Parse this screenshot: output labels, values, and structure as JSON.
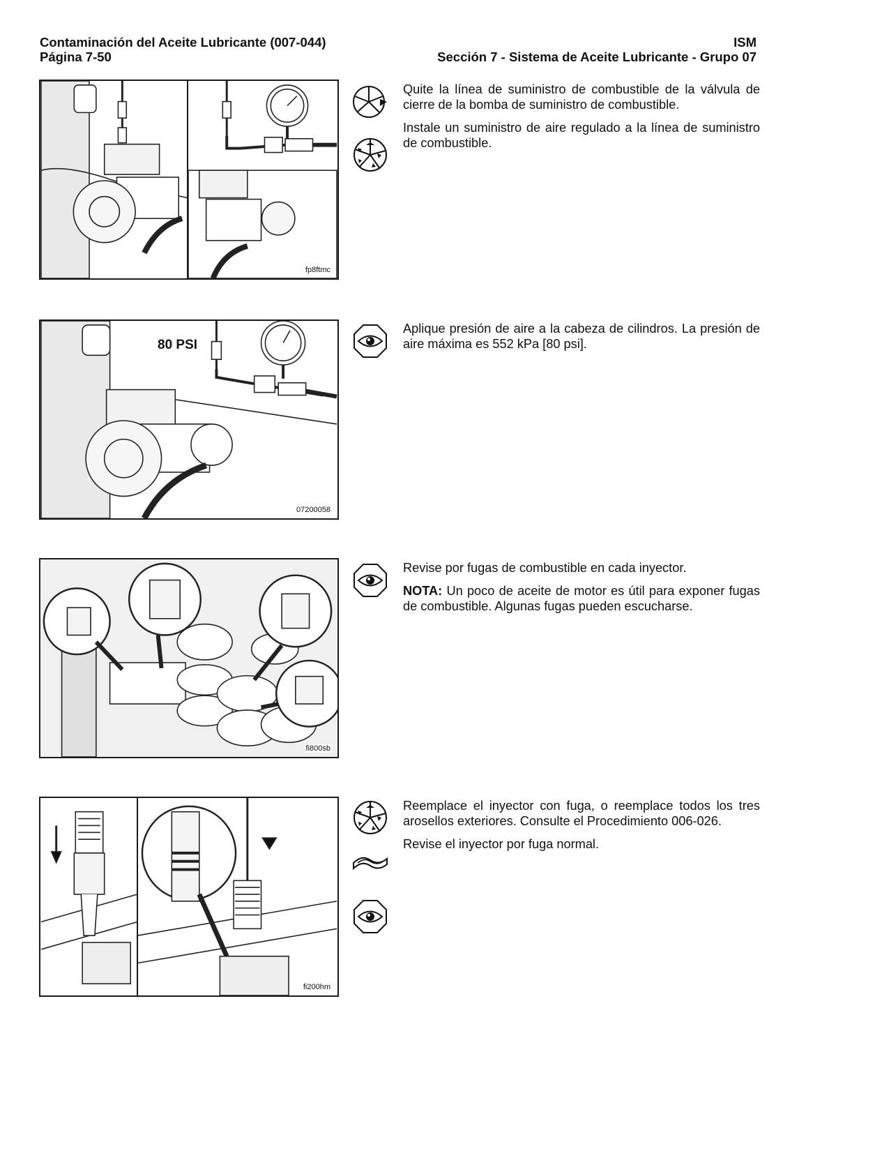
{
  "header": {
    "left_title": "Contaminación del Aceite Lubricante (007-044)",
    "left_page": "Página 7-50",
    "right_title": "ISM",
    "right_section": "Sección 7 - Sistema de Aceite Lubricante - Grupo 07"
  },
  "steps": [
    {
      "figure_code": "fp8ftmc",
      "icons": [
        "remove-icon",
        "install-icon"
      ],
      "paragraphs": [
        "Quite la línea de suministro de combustible de la válvula de cierre de la bomba de suministro de combustible.",
        "Instale un suministro de aire regulado a la línea de suministro de combustible."
      ]
    },
    {
      "figure_code": "07200058",
      "figure_callout": "80 PSI",
      "icons": [
        "inspect-icon"
      ],
      "paragraphs": [
        "Aplique presión de aire a la cabeza de cilindros. La presión de aire máxima es 552 kPa [80 psi]."
      ]
    },
    {
      "figure_code": "fi800sb",
      "icons": [
        "inspect-icon"
      ],
      "paragraphs": [
        "Revise por fugas de combustible en cada inyector."
      ],
      "note_label": "NOTA:",
      "note_text": " Un poco de aceite de motor es útil para exponer fugas de combustible. Algunas fugas pueden escucharse."
    },
    {
      "figure_code": "fi200hm",
      "icons": [
        "install-icon",
        "lubricate-icon",
        "inspect-icon"
      ],
      "paragraphs": [
        "Reemplace el inyector con fuga, o reemplace todos los tres arosellos exteriores. Consulte el Procedimiento 006-026.",
        "Revise el inyector por fuga normal."
      ]
    }
  ]
}
